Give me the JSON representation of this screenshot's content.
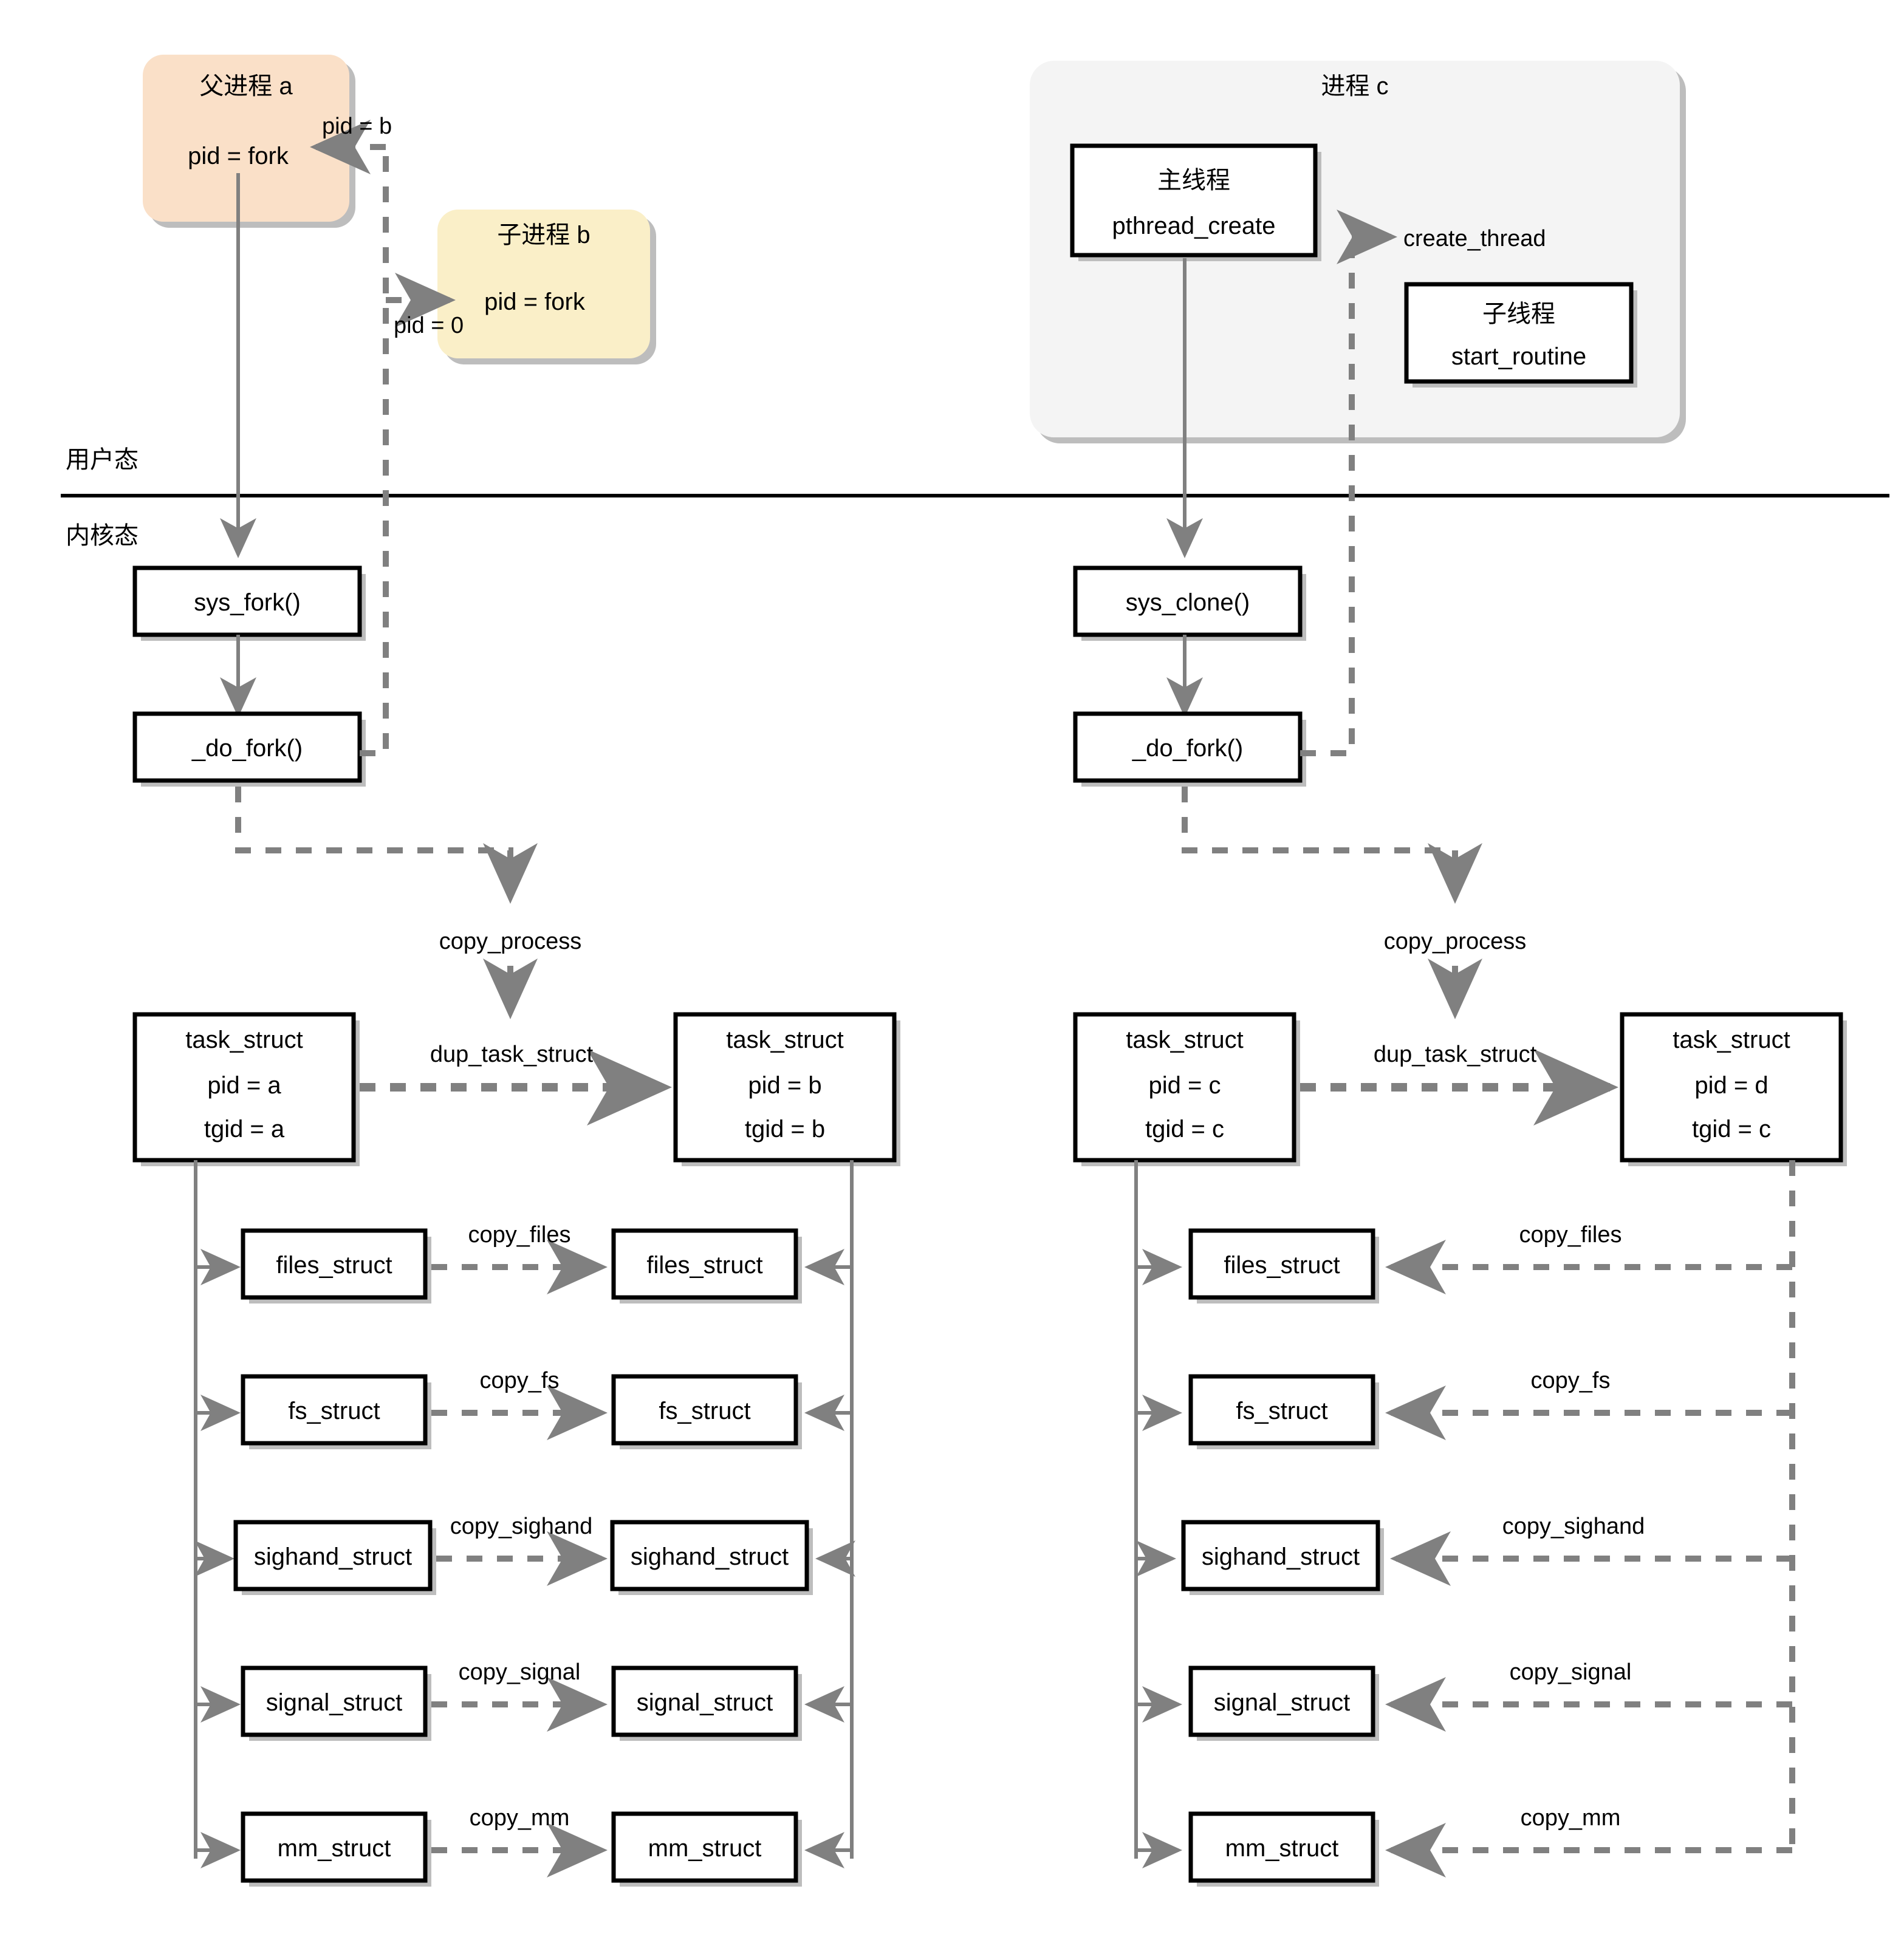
{
  "colors": {
    "parent_fill": "#fae0c8",
    "child_fill": "#faefc8",
    "process_fill": "#f4f4f4",
    "box_fill": "#ffffff",
    "box_stroke": "#000000",
    "solid_edge": "#808080",
    "dashed_edge": "#808080",
    "shadow": "#bdbdbd",
    "divider": "#000000",
    "text": "#000000"
  },
  "mode_labels": {
    "user": "用户态",
    "kernel": "内核态"
  },
  "fork_side": {
    "parent_group": {
      "title": "父进程 a",
      "body": "pid = fork"
    },
    "child_group": {
      "title": "子进程 b",
      "body": "pid = fork"
    },
    "return_parent_label": "pid = b",
    "return_child_label": "pid = 0",
    "syscall_box": "sys_fork()",
    "do_fork_box": "_do_fork()",
    "copy_process_label": "copy_process",
    "dup_task_struct_label": "dup_task_struct",
    "task_parent": {
      "title": "task_struct",
      "pid": "pid = a",
      "tgid": "tgid = a"
    },
    "task_child": {
      "title": "task_struct",
      "pid": "pid = b",
      "tgid": "tgid = b"
    },
    "structs": [
      {
        "name": "files_struct",
        "copy": "copy_files"
      },
      {
        "name": "fs_struct",
        "copy": "copy_fs"
      },
      {
        "name": "sighand_struct",
        "copy": "copy_sighand"
      },
      {
        "name": "signal_struct",
        "copy": "copy_signal"
      },
      {
        "name": "mm_struct",
        "copy": "copy_mm"
      }
    ]
  },
  "thread_side": {
    "process_group": {
      "title": "进程 c"
    },
    "main_thread": {
      "title": "主线程",
      "body": "pthread_create"
    },
    "child_thread": {
      "title": "子线程",
      "body": "start_routine"
    },
    "create_thread_label": "create_thread",
    "syscall_box": "sys_clone()",
    "do_fork_box": "_do_fork()",
    "copy_process_label": "copy_process",
    "dup_task_struct_label": "dup_task_struct",
    "task_parent": {
      "title": "task_struct",
      "pid": "pid = c",
      "tgid": "tgid = c"
    },
    "task_child": {
      "title": "task_struct",
      "pid": "pid = d",
      "tgid": "tgid = c"
    },
    "structs": [
      {
        "name": "files_struct",
        "copy": "copy_files"
      },
      {
        "name": "fs_struct",
        "copy": "copy_fs"
      },
      {
        "name": "sighand_struct",
        "copy": "copy_sighand"
      },
      {
        "name": "signal_struct",
        "copy": "copy_signal"
      },
      {
        "name": "mm_struct",
        "copy": "copy_mm"
      }
    ]
  }
}
